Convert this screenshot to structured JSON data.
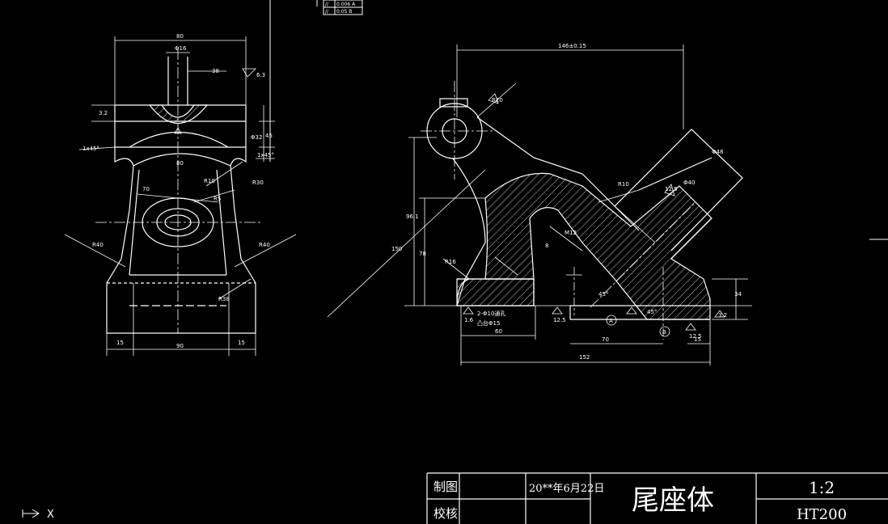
{
  "title_block": {
    "drawn_label": "制图",
    "checked_label": "校核",
    "date": "20**年6月22日",
    "part_name": "尾座体",
    "scale": "1:2",
    "material": "HT200"
  },
  "tolerance_box": {
    "row1_symbol": "//",
    "row1_value": "0.006 A",
    "row2_symbol": "//",
    "row2_value": "0.05 B"
  },
  "front_view": {
    "dim_top_width": "80",
    "dim_hole": "Φ16",
    "dim_bore": "38",
    "dim_mid": "80",
    "dim_r10": "R10",
    "dim_r5": "R5",
    "dim_70": "70",
    "dim_r30": "R30",
    "dim_r38": "R38",
    "dim_bottom": "90",
    "dim_left15": "15",
    "dim_right15": "15",
    "dim_left_r": "R40",
    "dim_right_r": "R40",
    "dim_rough_left": "3.2",
    "dim_chamfer_left": "1x45°",
    "dim_chamfer_right": "1x45°",
    "dim_side_phi": "Φ32",
    "dim_side_45": "45",
    "dim_side_6_3": "6.3"
  },
  "side_view": {
    "dim_overall_width": "146±0.15",
    "dim_bottom_total": "152",
    "dim_left_60": "60",
    "dim_right_70": "70",
    "dim_right_15": "15",
    "dim_height_left": "78",
    "dim_height_total": "96.1",
    "dim_r20": "R20",
    "dim_150": "150",
    "dim_45deg_a": "45°",
    "dim_45deg_b": "45°",
    "dim_phi40": "Φ40",
    "dim_phi48": "Φ48",
    "dim_r16": "R16",
    "dim_r10": "R10",
    "dim_thread": "M12",
    "dim_holes_note": "2-Φ10通孔",
    "dim_cb_note": "凸台Φ15",
    "rough_a": "1.6",
    "rough_b": "12.5",
    "rough_c": "12.5",
    "rough_d": "3.2",
    "datum_a": "A",
    "datum_b": "B",
    "dim_8": "8",
    "dim_34": "34",
    "dim_12_5": "12.5"
  },
  "ucs": {
    "x_label": "X"
  }
}
